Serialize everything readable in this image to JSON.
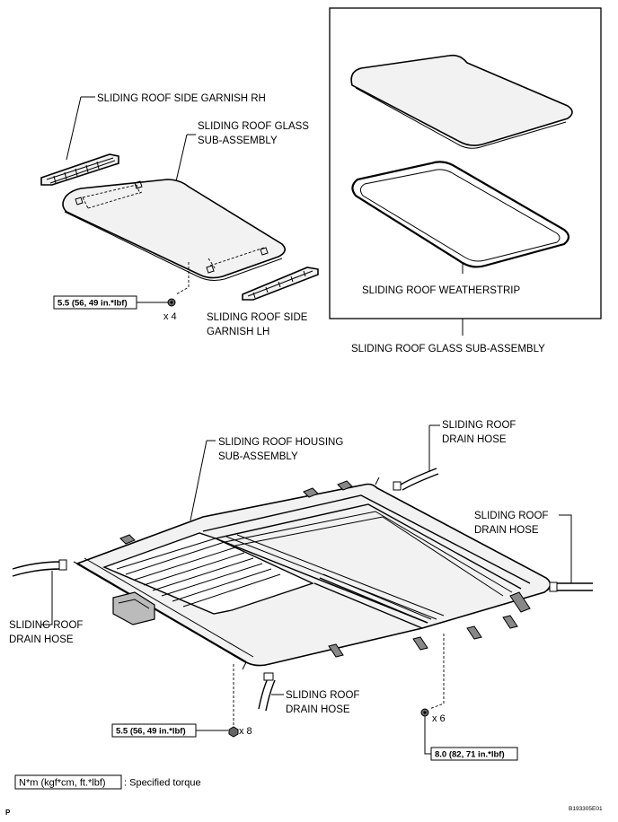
{
  "labels": {
    "garnish_rh": "SLIDING ROOF SIDE GARNISH RH",
    "glass_line1": "SLIDING ROOF GLASS",
    "glass_line2": "SUB-ASSEMBLY",
    "garnish_lh_line1": "SLIDING ROOF SIDE",
    "garnish_lh_line2": "GARNISH LH",
    "weatherstrip": "SLIDING ROOF WEATHERSTRIP",
    "glass_sub_assembly": "SLIDING ROOF GLASS SUB-ASSEMBLY",
    "housing_line1": "SLIDING ROOF HOUSING",
    "housing_line2": "SUB-ASSEMBLY",
    "drain_hose_line1": "SLIDING ROOF",
    "drain_hose_line2": "DRAIN HOSE"
  },
  "torque": {
    "glass_bolts": "5.5 (56, 49 in.*lbf)",
    "glass_bolts_qty": "x 4",
    "housing_nuts": "5.5 (56, 49 in.*lbf)",
    "housing_nuts_qty": "x 8",
    "housing_bolts": "8.0 (82, 71 in.*lbf)",
    "housing_bolts_qty": "x 6"
  },
  "legend": {
    "unit": "N*m (kgf*cm, ft.*lbf)",
    "text": ": Specified torque"
  },
  "footer": {
    "page_letter": "P",
    "code": "B193305E01"
  }
}
